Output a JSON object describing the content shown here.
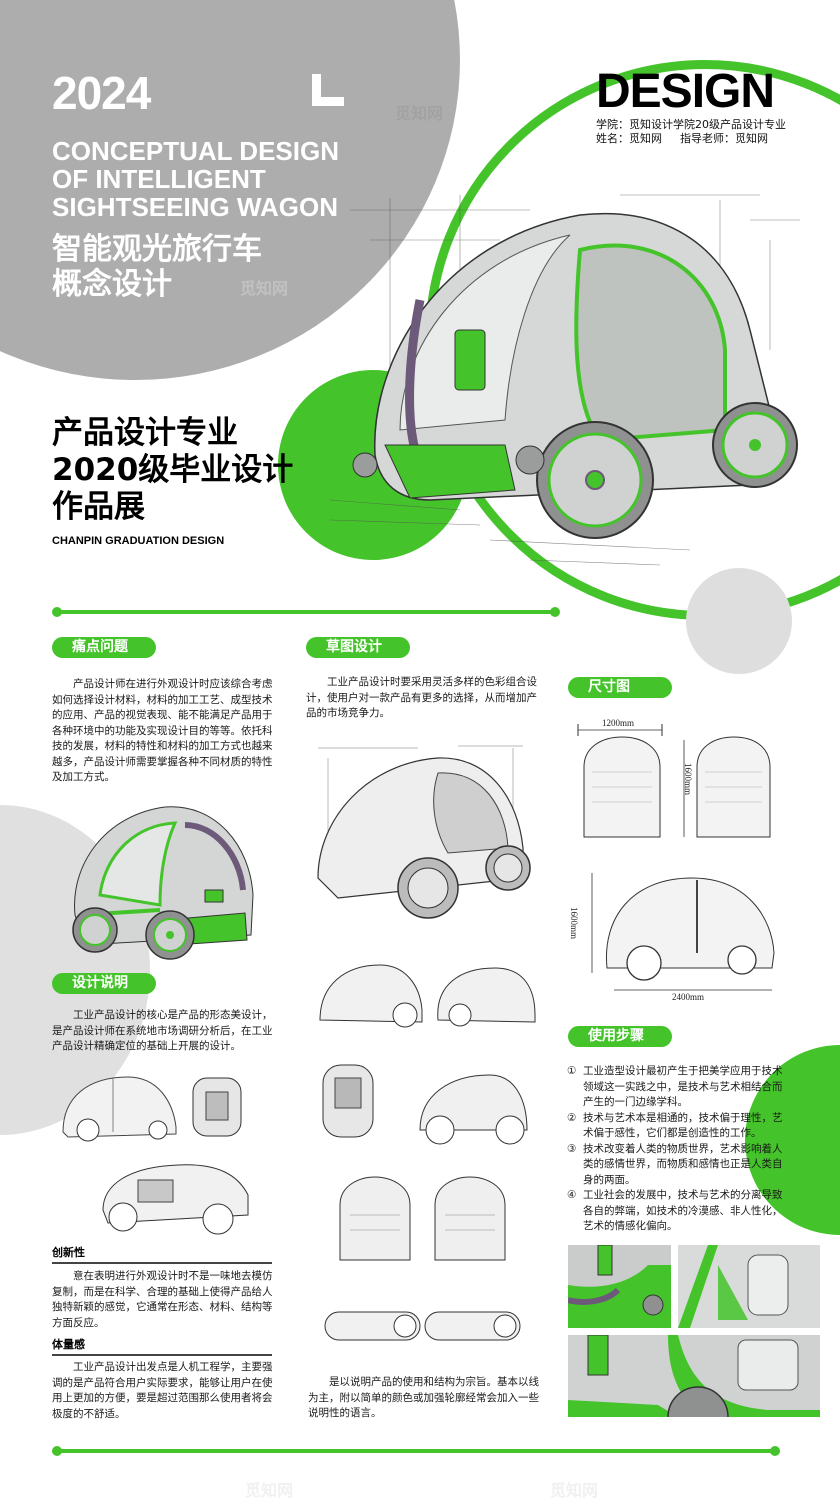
{
  "poster": {
    "accent_color": "#44c42a",
    "grey_color": "#adadad",
    "year": "2024",
    "title_en_lines": [
      "CONCEPTUAL DESIGN",
      "OF INTELLIGENT",
      "SIGHTSEEING WAGON"
    ],
    "title_cn_lines": [
      "智能观光旅行车",
      "概念设计"
    ],
    "design_word": "DESIGN",
    "meta": {
      "college": "学院：觅知设计学院20级产品设计专业",
      "name": "姓名：觅知网",
      "advisor": "指导老师：觅知网"
    },
    "subtitle_cn_lines": [
      "产品设计专业",
      "2020级毕业设计",
      "作品展"
    ],
    "subtitle_en": "CHANPIN GRADUATION DESIGN"
  },
  "sections": {
    "pain_points": {
      "label": "痛点问题",
      "text": "产品设计师在进行外观设计时应该综合考虑如何选择设计材料，材料的加工工艺、成型技术的应用、产品的视觉表现、能不能满足产品用于各种环境中的功能及实现设计目的等等。依托科技的发展，材料的特性和材料的加工方式也越来越多，产品设计师需要掌握各种不同材质的特性及加工方式。"
    },
    "sketch_design": {
      "label": "草图设计",
      "text": "工业产品设计时要采用灵活多样的色彩组合设计，使用户对一款产品有更多的选择，从而增加产品的市场竞争力。",
      "bottom_text": "是以说明产品的使用和结构为宗旨。基本以线为主，附以简单的颜色或加强轮廓经常会加入一些说明性的语言。"
    },
    "dimensions": {
      "label": "尺寸图",
      "width": "1200mm",
      "height_front": "1600mm",
      "height_side": "1600mm",
      "length": "2400mm"
    },
    "design_notes": {
      "label": "设计说明",
      "text": "工业产品设计的核心是产品的形态美设计，是产品设计师在系统地市场调研分析后，在工业产品设计精确定位的基础上开展的设计。"
    },
    "innovation": {
      "heading": "创新性",
      "text": "意在表明进行外观设计时不是一味地去模仿复制，而是在科学、合理的基础上使得产品给人独特新颖的感觉，它通常在形态、材料、结构等方面反应。"
    },
    "volume": {
      "heading": "体量感",
      "text": "工业产品设计出发点是人机工程学，主要强调的是产品符合用户实际要求，能够让用户在使用上更加的方便，要是超过范围那么使用者将会极度的不舒适。"
    },
    "usage_steps": {
      "label": "使用步骤",
      "steps": [
        {
          "num": "①",
          "text": "工业造型设计最初产生于把美学应用于技术领域这一实践之中，是技术与艺术相结合而产生的一门边缘学科。"
        },
        {
          "num": "②",
          "text": "技术与艺术本是相通的，技术偏于理性，艺术偏于感性，它们都是创造性的工作。"
        },
        {
          "num": "③",
          "text": "技术改变着人类的物质世界，艺术影响着人类的感情世界，而物质和感情也正是人类自身的两面。"
        },
        {
          "num": "④",
          "text": "工业社会的发展中，技术与艺术的分离导致各自的弊端，如技术的冷漠感、非人性化，艺术的情感化偏向。"
        }
      ]
    }
  },
  "watermark": "觅知网"
}
